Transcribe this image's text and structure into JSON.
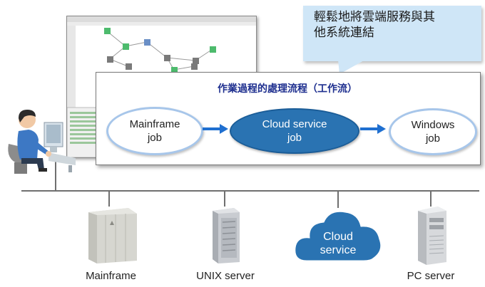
{
  "callout": {
    "line1": "輕鬆地將雲端服務與其",
    "line2": "他系統連結"
  },
  "panel": {
    "title": "作業過程的處理流程（工作流）"
  },
  "workflow": {
    "job1": {
      "line1": "Mainframe",
      "line2": "job"
    },
    "job2": {
      "line1": "Cloud service",
      "line2": "job"
    },
    "job3": {
      "line1": "Windows",
      "line2": "job"
    }
  },
  "servers": {
    "mainframe": "Mainframe",
    "unix": "UNIX server",
    "cloud_line1": "Cloud",
    "cloud_line2": "service",
    "pc": "PC server"
  },
  "colors": {
    "accent_blue": "#2a73b2",
    "arrow_blue": "#1f6fd0",
    "title_blue": "#1e2f8f",
    "callout_bg": "#cfe6f7"
  }
}
